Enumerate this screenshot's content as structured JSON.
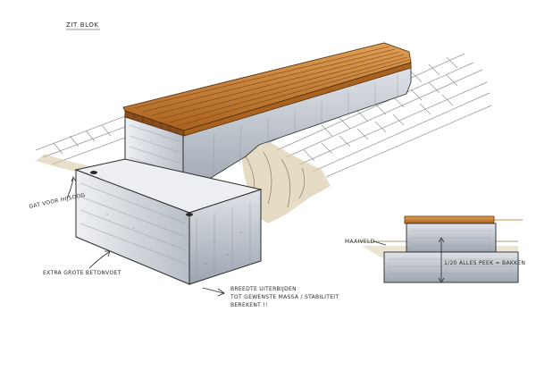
{
  "title": "ZIT BLOK",
  "annotations": {
    "lifting_hole": "GAT VOOR HIJSOOG",
    "foot": "EXTRA GROTE BETONVOET",
    "note_line1": "BREEDTE UITERBIJDEN",
    "note_line2": "TOT GEWENSTE MASSA / STABILITEIT",
    "note_line3": "BEREKENT !!",
    "ground_level": "MAAIVELD",
    "dimension": "1/20 ALLES PEEK = BAKKEN"
  },
  "colors": {
    "wood": "#c9833a",
    "wood_dark": "#8a4d1c",
    "concrete": "#d9dde3",
    "concrete_shade": "#aeb4bd",
    "ink": "#2a2a2a",
    "ground": "#d8c9a8"
  }
}
